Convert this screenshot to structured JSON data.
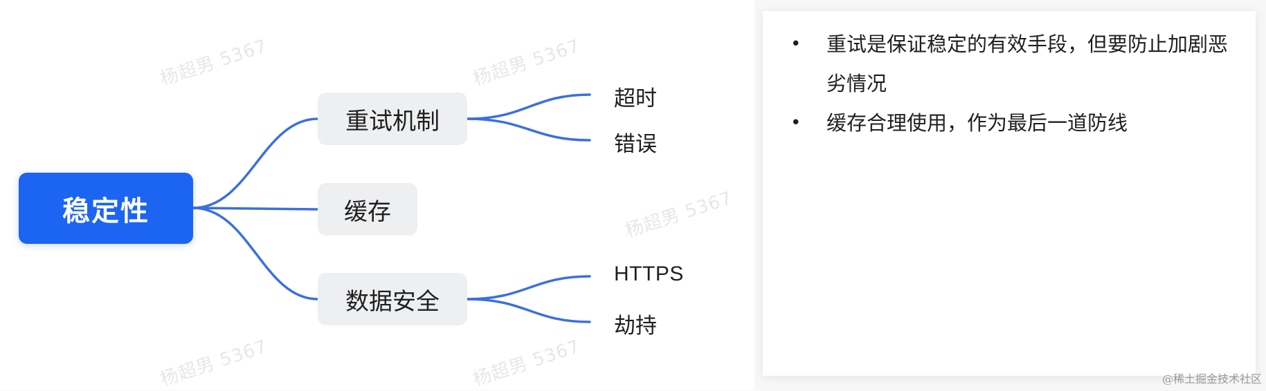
{
  "mindmap": {
    "root": "稳定性",
    "branches": [
      {
        "label": "重试机制",
        "children": [
          "超时",
          "错误"
        ]
      },
      {
        "label": "缓存",
        "children": []
      },
      {
        "label": "数据安全",
        "children": [
          "HTTPS",
          "劫持"
        ]
      }
    ],
    "link_color": "#3a6fe0",
    "root_color": "#1c64f2"
  },
  "notes": {
    "bullet": "•",
    "items": [
      "重试是保证稳定的有效手段，但要防止加剧恶劣情况",
      "缓存合理使用，作为最后一道防线"
    ]
  },
  "watermark": "杨超男 5367",
  "credit": "@稀土掘金技术社区"
}
